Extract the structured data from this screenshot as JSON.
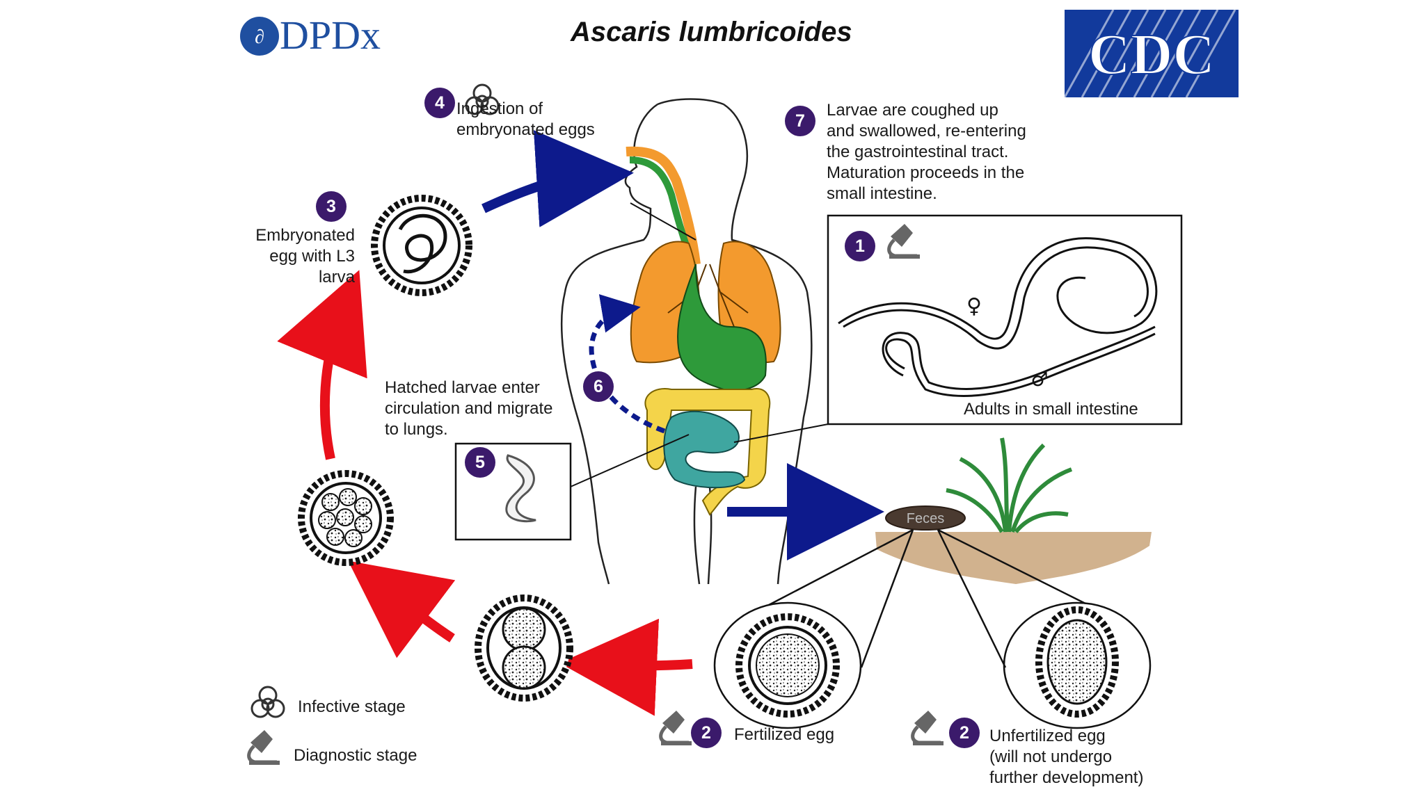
{
  "title": "Ascaris lumbricoides",
  "logos": {
    "dpdx": "DPDx",
    "cdc": "CDC"
  },
  "steps": [
    {
      "number": "1",
      "text": "Adults in small intestine"
    },
    {
      "number": "2",
      "text": "Fertilized egg"
    },
    {
      "number": "2",
      "text": "Unfertilized egg\n(will not undergo\nfurther development)"
    },
    {
      "number": "3",
      "text": "Embryonated\negg with L3\nlarva"
    },
    {
      "number": "4",
      "text": "Ingestion of\nembryonated eggs"
    },
    {
      "number": "5",
      "text": ""
    },
    {
      "number": "6",
      "text": "Hatched larvae enter\ncirculation and migrate\nto lungs."
    },
    {
      "number": "7",
      "text": "Larvae are coughed up\nand swallowed, re-entering\nthe gastrointestinal tract.\nMaturation proceeds in the\nsmall intestine."
    }
  ],
  "feces_label": "Feces",
  "symbols": {
    "female": "♀",
    "male": "♂"
  },
  "legend": {
    "infective": "Infective stage",
    "diagnostic": "Diagnostic stage"
  },
  "colors": {
    "badge": "#3b1a6b",
    "blue_arrow": "#0d1a8c",
    "red_arrow": "#e8101a",
    "lungs": "#f39a2e",
    "stomach": "#2e9a3a",
    "colon": "#f4d44a",
    "small_intestine": "#3fa6a0",
    "cdc_blue": "#123a9c"
  }
}
